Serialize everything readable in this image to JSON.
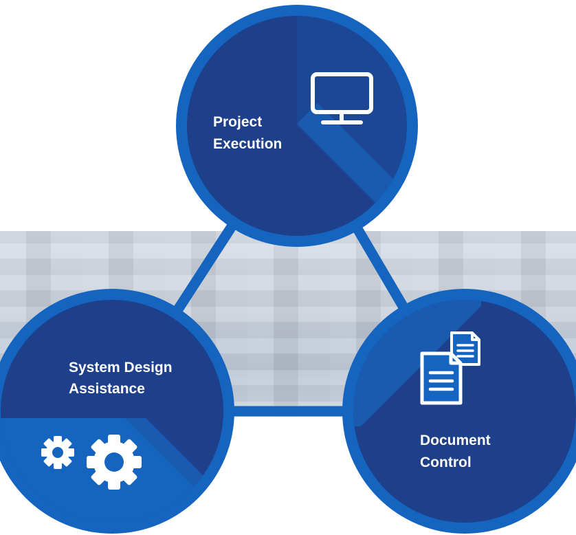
{
  "nodes": {
    "project_execution": {
      "line1": "Project",
      "line2": "Execution",
      "icon": "monitor-icon"
    },
    "system_design": {
      "line1": "System Design",
      "line2": "Assistance",
      "icon": "gears-icon"
    },
    "document_control": {
      "line1": "Document",
      "line2": "Control",
      "icon": "documents-icon"
    }
  },
  "colors": {
    "ring": "#1565c0",
    "inner_dark": "#1e3f8a",
    "inner_light": "#1a5bb0",
    "connector": "#1565c0"
  }
}
